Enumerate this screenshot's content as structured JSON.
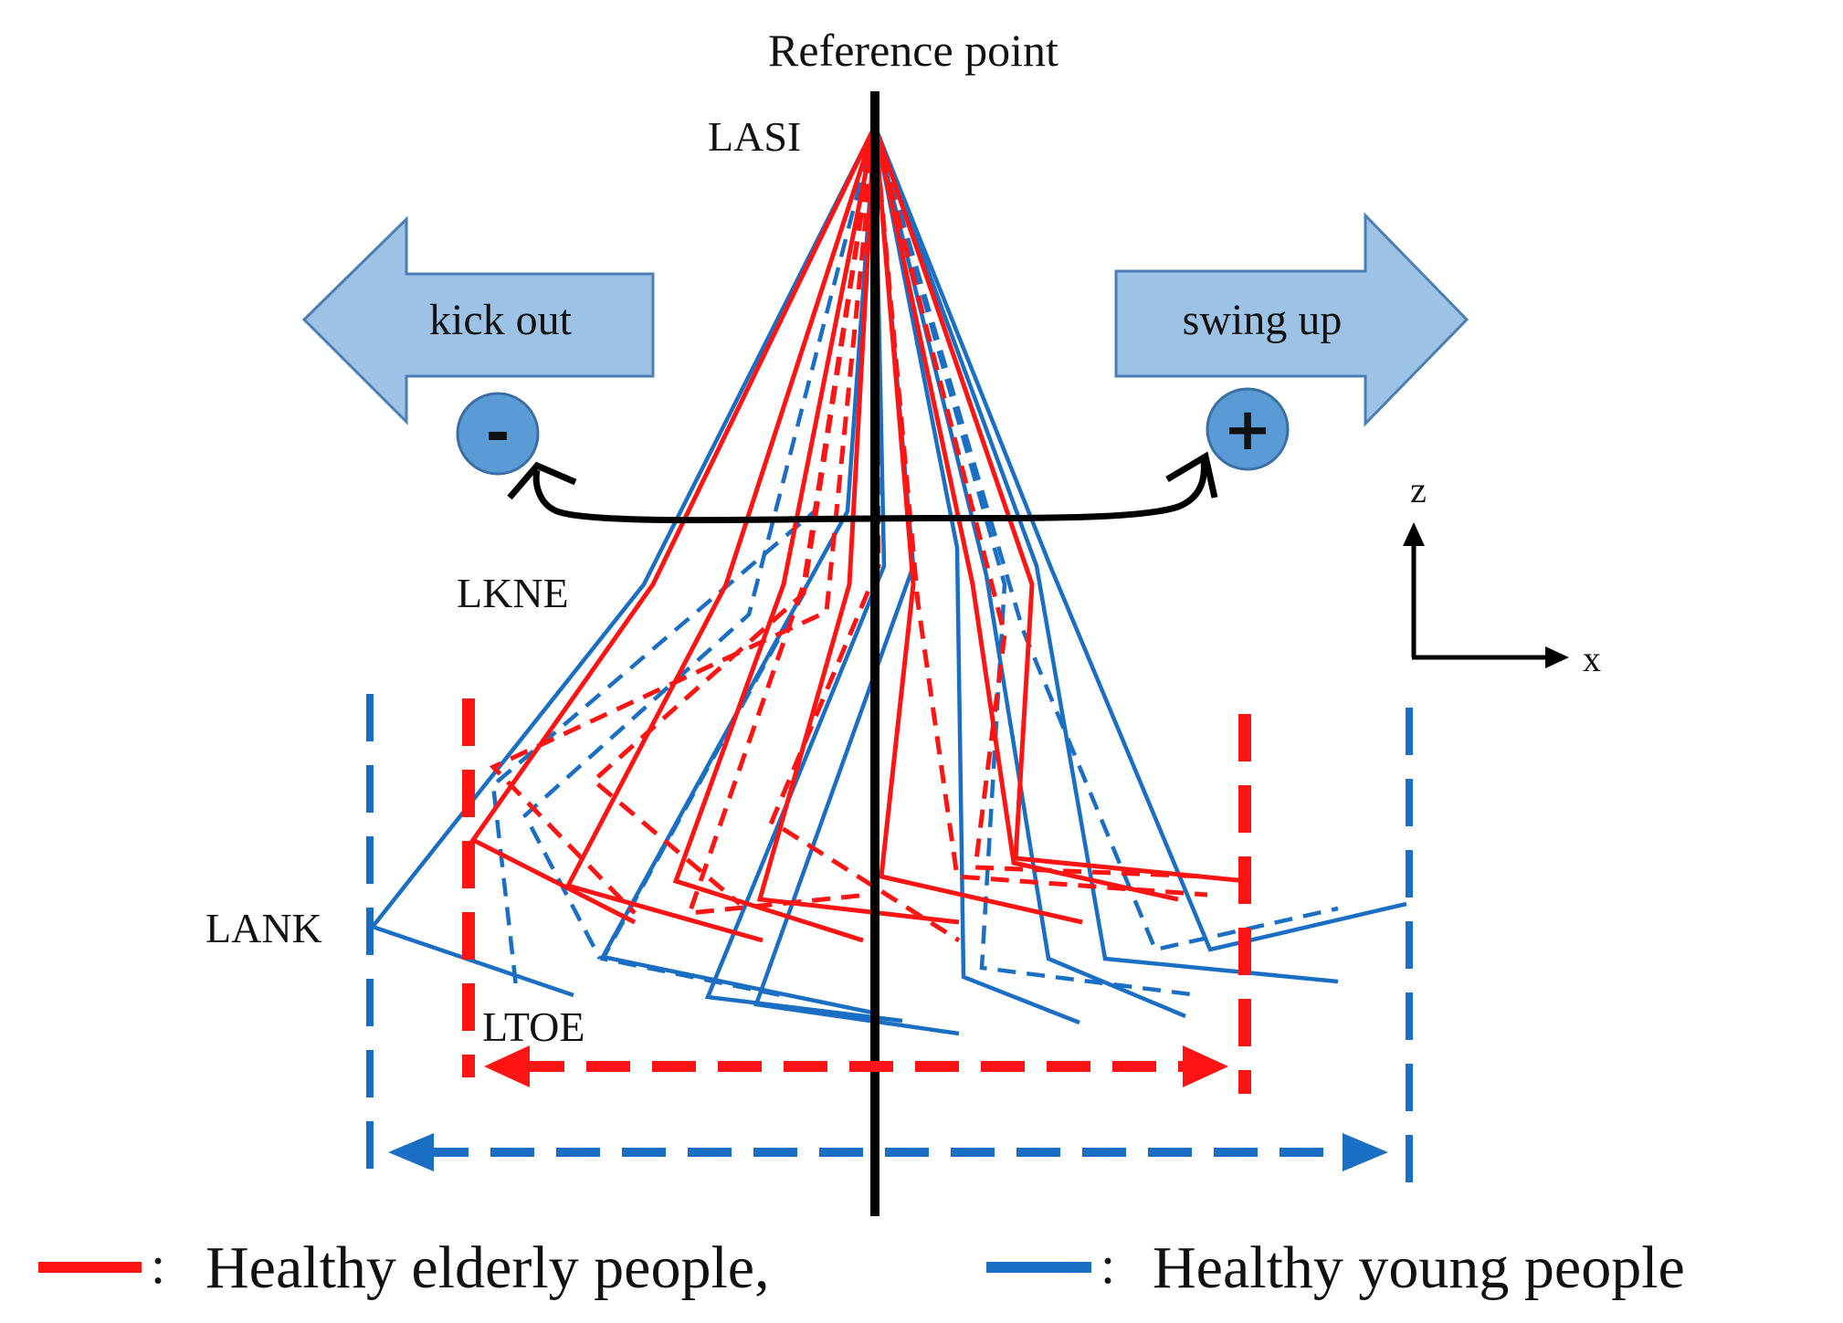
{
  "title": "Reference point",
  "markers": {
    "hip": "LASI",
    "knee": "LKNE",
    "ankle": "LANK",
    "toe": "LTOE"
  },
  "directions": {
    "left": "kick out",
    "right": "swing up",
    "minus_symbol": "-",
    "plus_symbol": "+"
  },
  "axes": {
    "vertical": "z",
    "horizontal": "x"
  },
  "legend": {
    "elderly": "Healthy elderly people,",
    "young": "Healthy young people",
    "separator": ":"
  },
  "colors": {
    "elderly": "#ff1414",
    "young": "#1a6fc4",
    "arrow_fill": "#9cc2e5",
    "arrow_stroke": "#4a7fb5",
    "badge_fill": "#5b9bd5",
    "axis": "#000000"
  }
}
